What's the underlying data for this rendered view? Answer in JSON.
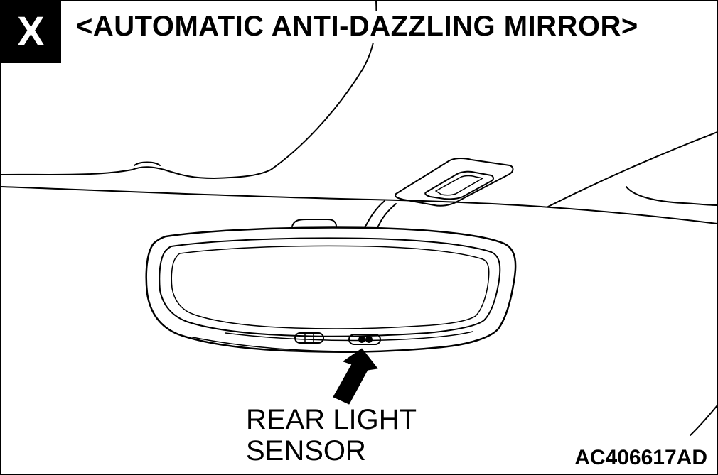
{
  "badge": {
    "text": "X"
  },
  "title": "<AUTOMATIC ANTI-DAZZLING MIRROR>",
  "callout": {
    "line1": "REAR LIGHT",
    "line2": "SENSOR"
  },
  "figure_code": "AC406617AD",
  "colors": {
    "ink": "#000000",
    "paper": "#ffffff"
  }
}
